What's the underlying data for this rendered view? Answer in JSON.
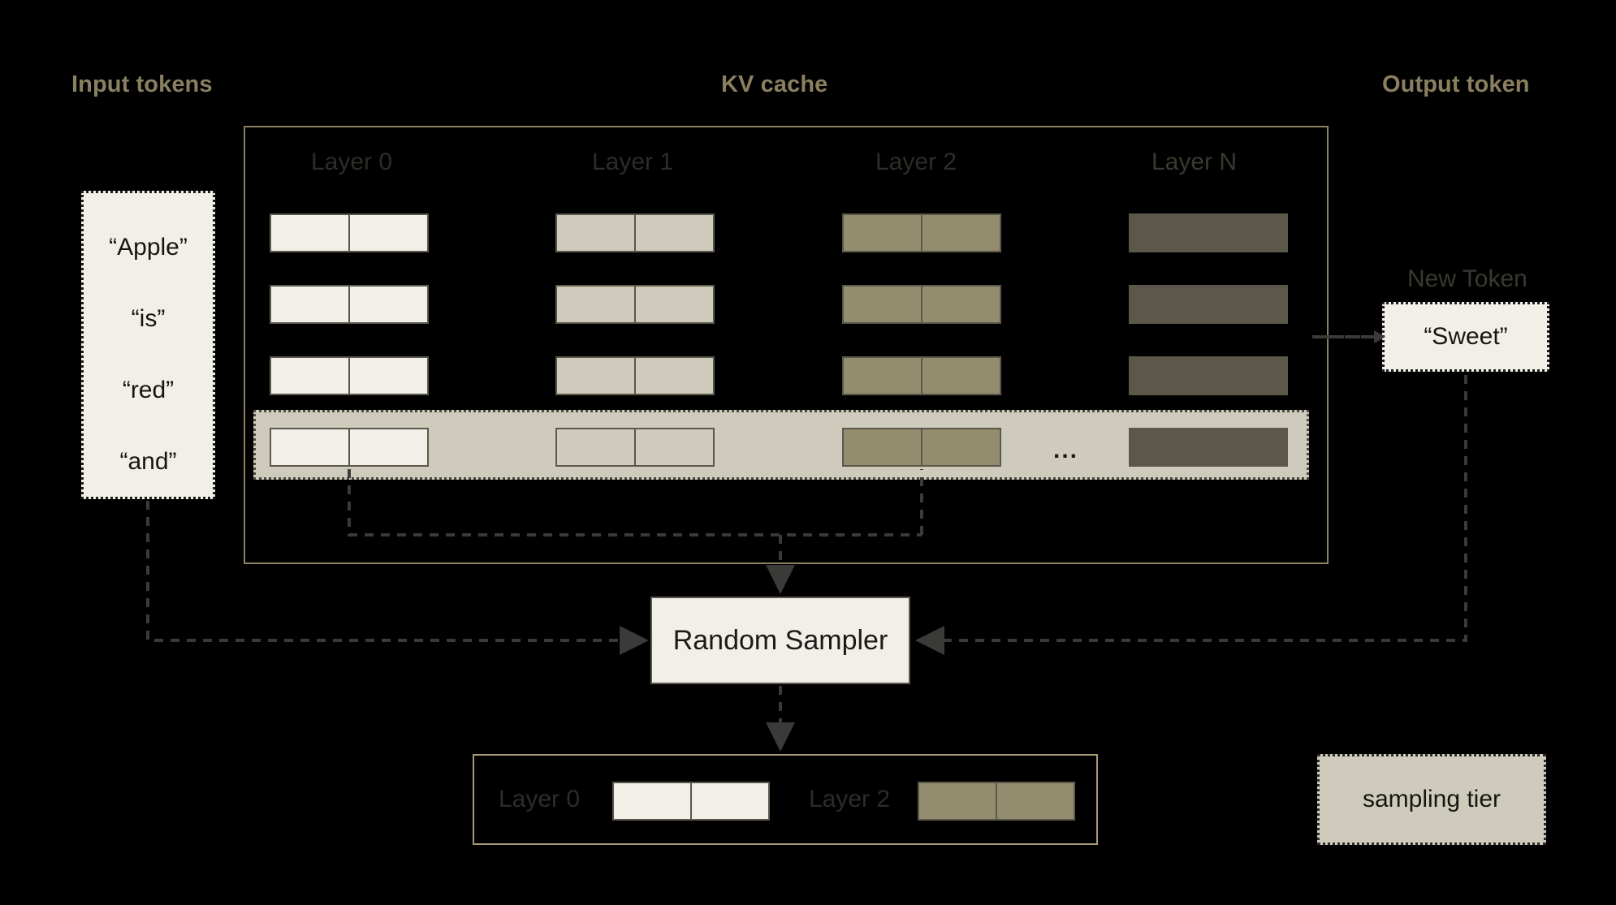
{
  "headers": {
    "input": "Input tokens",
    "kv_cache": "KV cache",
    "output": "Output token"
  },
  "input_tokens": {
    "items": [
      "“Apple”",
      "“is”",
      "“red”",
      "“and”"
    ]
  },
  "kv_cache": {
    "layer_labels": [
      "Layer 0",
      "Layer 1",
      "Layer 2",
      "Layer N"
    ],
    "layer_colors": [
      "#f1efe7",
      "#cfcbbc",
      "#948c6f",
      "#5b584b"
    ],
    "row_count": 4,
    "ellipsis": "...",
    "highlighted_row_index": 3
  },
  "output": {
    "new_token_label": "New Token",
    "new_token_value": "“Sweet”"
  },
  "sampler": {
    "label": "Random Sampler"
  },
  "selected_tier": {
    "entries": [
      {
        "label": "Layer 0",
        "color": "#f1efe7"
      },
      {
        "label": "Layer 2",
        "color": "#948c6f"
      }
    ]
  },
  "legend": {
    "label": "sampling tier",
    "color": "#cfcbbc"
  },
  "palette": {
    "background": "#000000",
    "accent_khaki": "#8a8060",
    "frame": "#8a8060",
    "cell_border": "#5b584b",
    "arrow": "#3a3a38",
    "cream": "#f1efe7",
    "tier_band": "#cfcbbc"
  }
}
